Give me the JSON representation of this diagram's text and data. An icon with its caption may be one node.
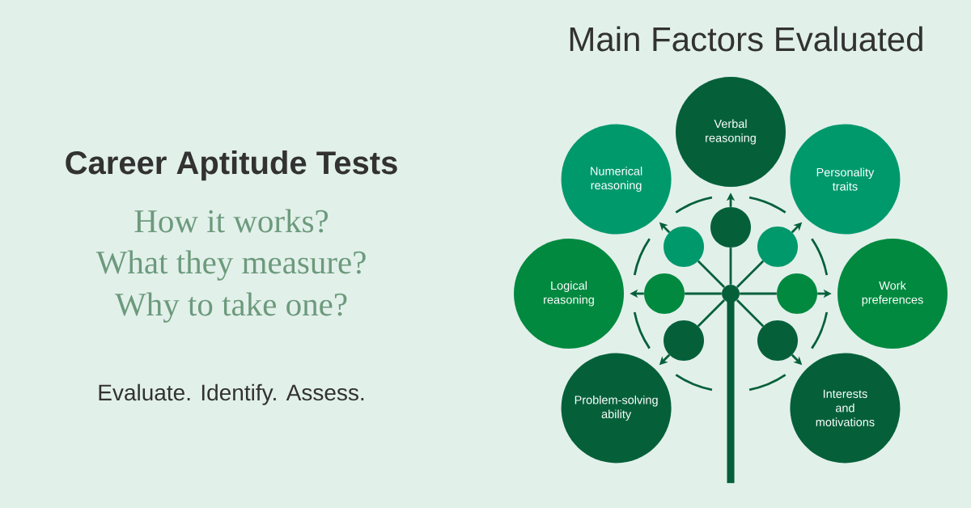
{
  "diagram": {
    "title": "Main Factors Evaluated",
    "nodes": [
      {
        "text": [
          "Verbal reasoning"
        ]
      },
      {
        "text": [
          "Numerical reasoning"
        ]
      },
      {
        "text": [
          "Personality traits"
        ]
      },
      {
        "text": [
          "Logical reasoning"
        ]
      },
      {
        "text": [
          "Work preferences"
        ]
      },
      {
        "text": [
          "Problem-solving ability"
        ]
      },
      {
        "text": [
          "Interests and motivations"
        ]
      },
      {
        "text": [],
        "shape": "circle"
      },
      {
        "text": [],
        "shape": "circle"
      },
      {
        "text": [],
        "shape": "circle"
      },
      {
        "text": [],
        "shape": "circle"
      },
      {
        "text": [],
        "shape": "circle"
      },
      {
        "text": [],
        "shape": "circle"
      },
      {
        "text": [],
        "shape": "circle"
      },
      {
        "text": [],
        "shape": "circle"
      }
    ],
    "edges": [
      {
        "from": 7,
        "to": 8,
        "arrow": "none"
      },
      {
        "from": 8,
        "to": 0,
        "arrow": "to"
      },
      {
        "from": 7,
        "to": 9,
        "arrow": "none"
      },
      {
        "from": 9,
        "to": 1,
        "arrow": "to"
      },
      {
        "from": 7,
        "to": 10,
        "arrow": "none"
      },
      {
        "from": 10,
        "to": 2,
        "arrow": "to"
      },
      {
        "from": 7,
        "to": 11,
        "arrow": "none"
      },
      {
        "from": 11,
        "to": 3,
        "arrow": "to"
      },
      {
        "from": 7,
        "to": 12,
        "arrow": "none"
      },
      {
        "from": 12,
        "to": 4,
        "arrow": "to"
      },
      {
        "from": 7,
        "to": 13,
        "arrow": "none"
      },
      {
        "from": 13,
        "to": 5,
        "arrow": "to"
      },
      {
        "from": 7,
        "to": 14,
        "arrow": "none"
      },
      {
        "from": 14,
        "to": 6,
        "arrow": "to"
      }
    ],
    "labels": [
      "Career Aptitude Tests",
      "How it works?",
      "What they measure?",
      "Why to take one?",
      "Evaluate. Identify. Assess."
    ]
  }
}
